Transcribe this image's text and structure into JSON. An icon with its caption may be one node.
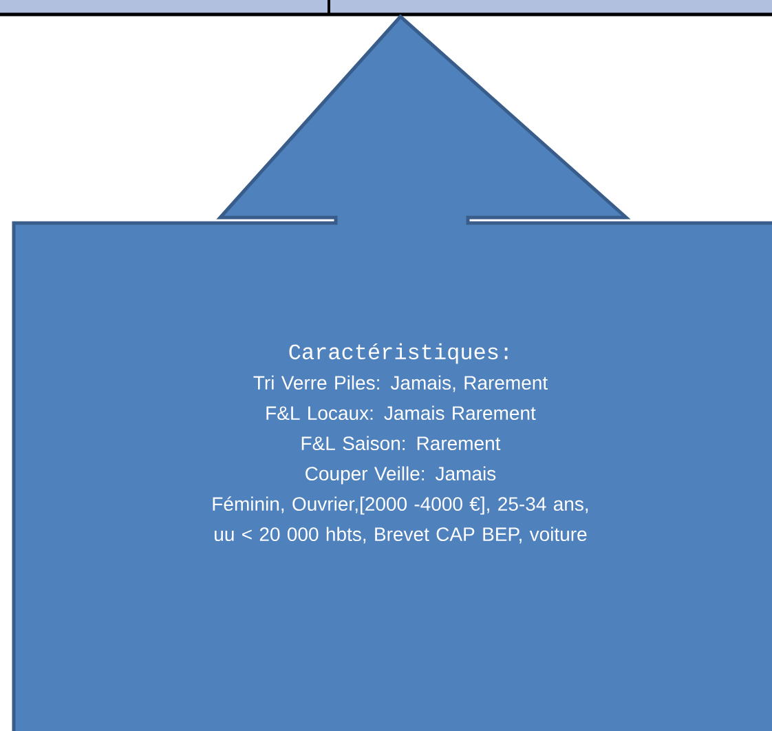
{
  "diagram": {
    "nodes": [
      {
        "text": [
          "Caractéristiques:",
          "Tri Verre Piles: Jamais, Rarement",
          "F&L Locaux: Jamais Rarement",
          "F&L Saison: Rarement",
          "Couper Veille: Jamais",
          "Féminin, Ouvrier,[2000 -4000 €],  25-34 ans,  uu < 20 000  hbts,  Brevet CAP BEP, voiture"
        ]
      }
    ]
  }
}
